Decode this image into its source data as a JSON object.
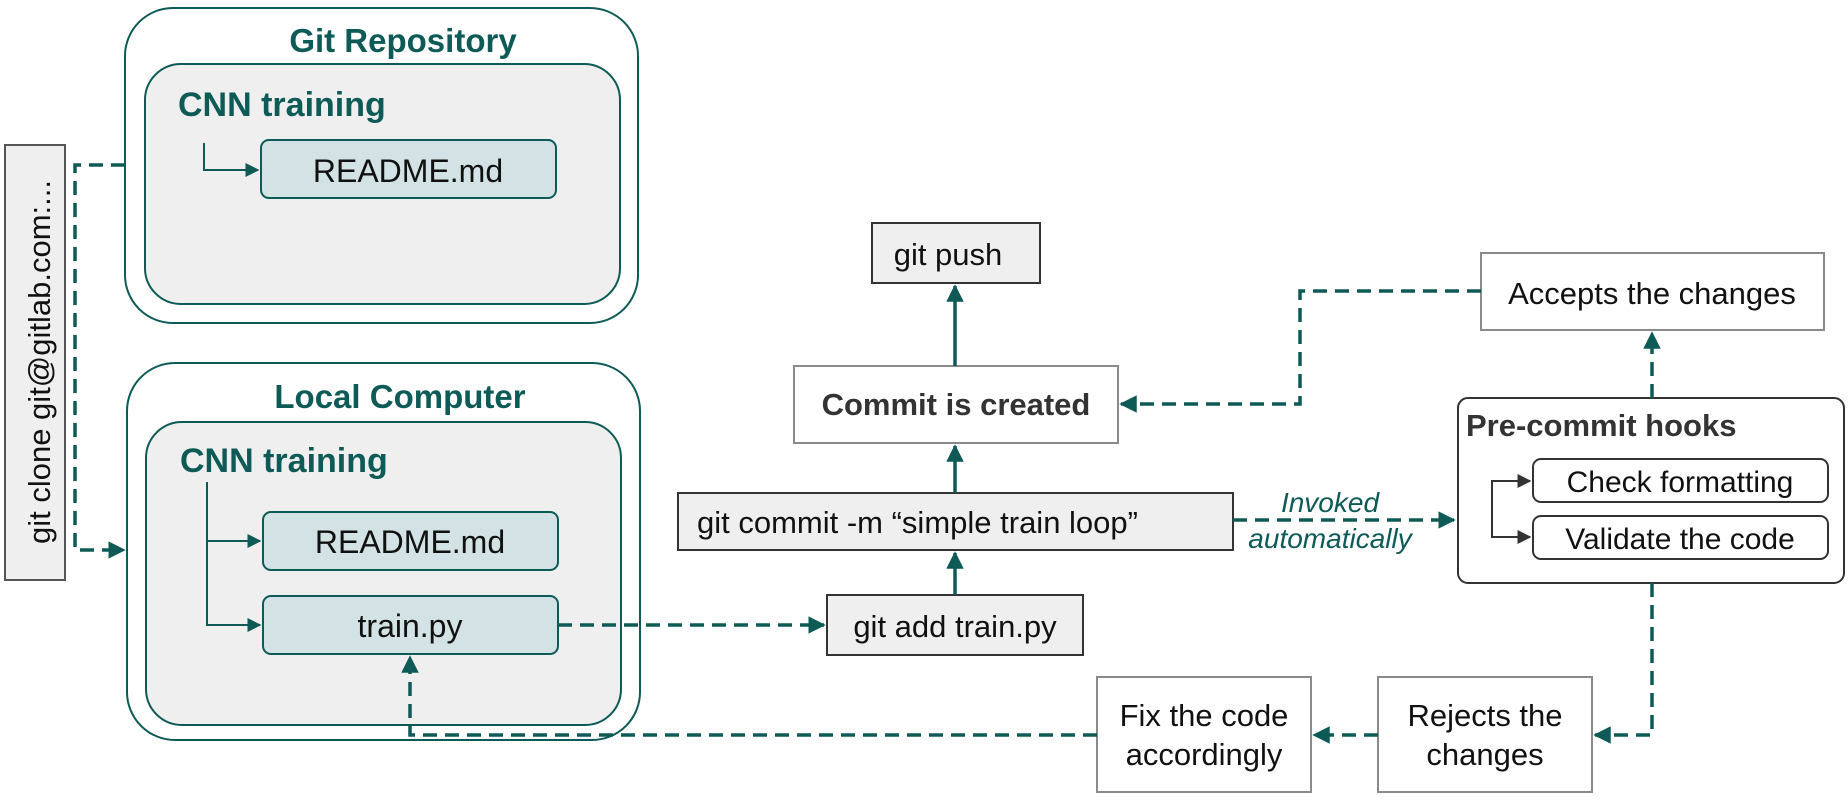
{
  "colors": {
    "teal": "#0e5a56",
    "file_fill": "#d3e2e4",
    "container_fill": "#efefef",
    "box_border": "#8a8a8a",
    "text": "#111111"
  },
  "clone_command": "git clone git@gitlab.com:...",
  "git_repository": {
    "title": "Git Repository",
    "folder": "CNN training",
    "files": [
      "README.md"
    ]
  },
  "local_computer": {
    "title": "Local Computer",
    "folder": "CNN training",
    "files": [
      "README.md",
      "train.py"
    ]
  },
  "steps": {
    "git_add": "git add train.py",
    "git_commit": "git commit -m  “simple train loop”",
    "commit_created": "Commit is created",
    "git_push": "git push"
  },
  "invoked_label": [
    "Invoked",
    "automatically"
  ],
  "precommit": {
    "title": "Pre-commit hooks",
    "checks": [
      "Check formatting",
      "Validate the code"
    ]
  },
  "accepts": "Accepts the changes",
  "rejects": [
    "Rejects the",
    "changes"
  ],
  "fix": [
    "Fix the code",
    "accordingly"
  ]
}
